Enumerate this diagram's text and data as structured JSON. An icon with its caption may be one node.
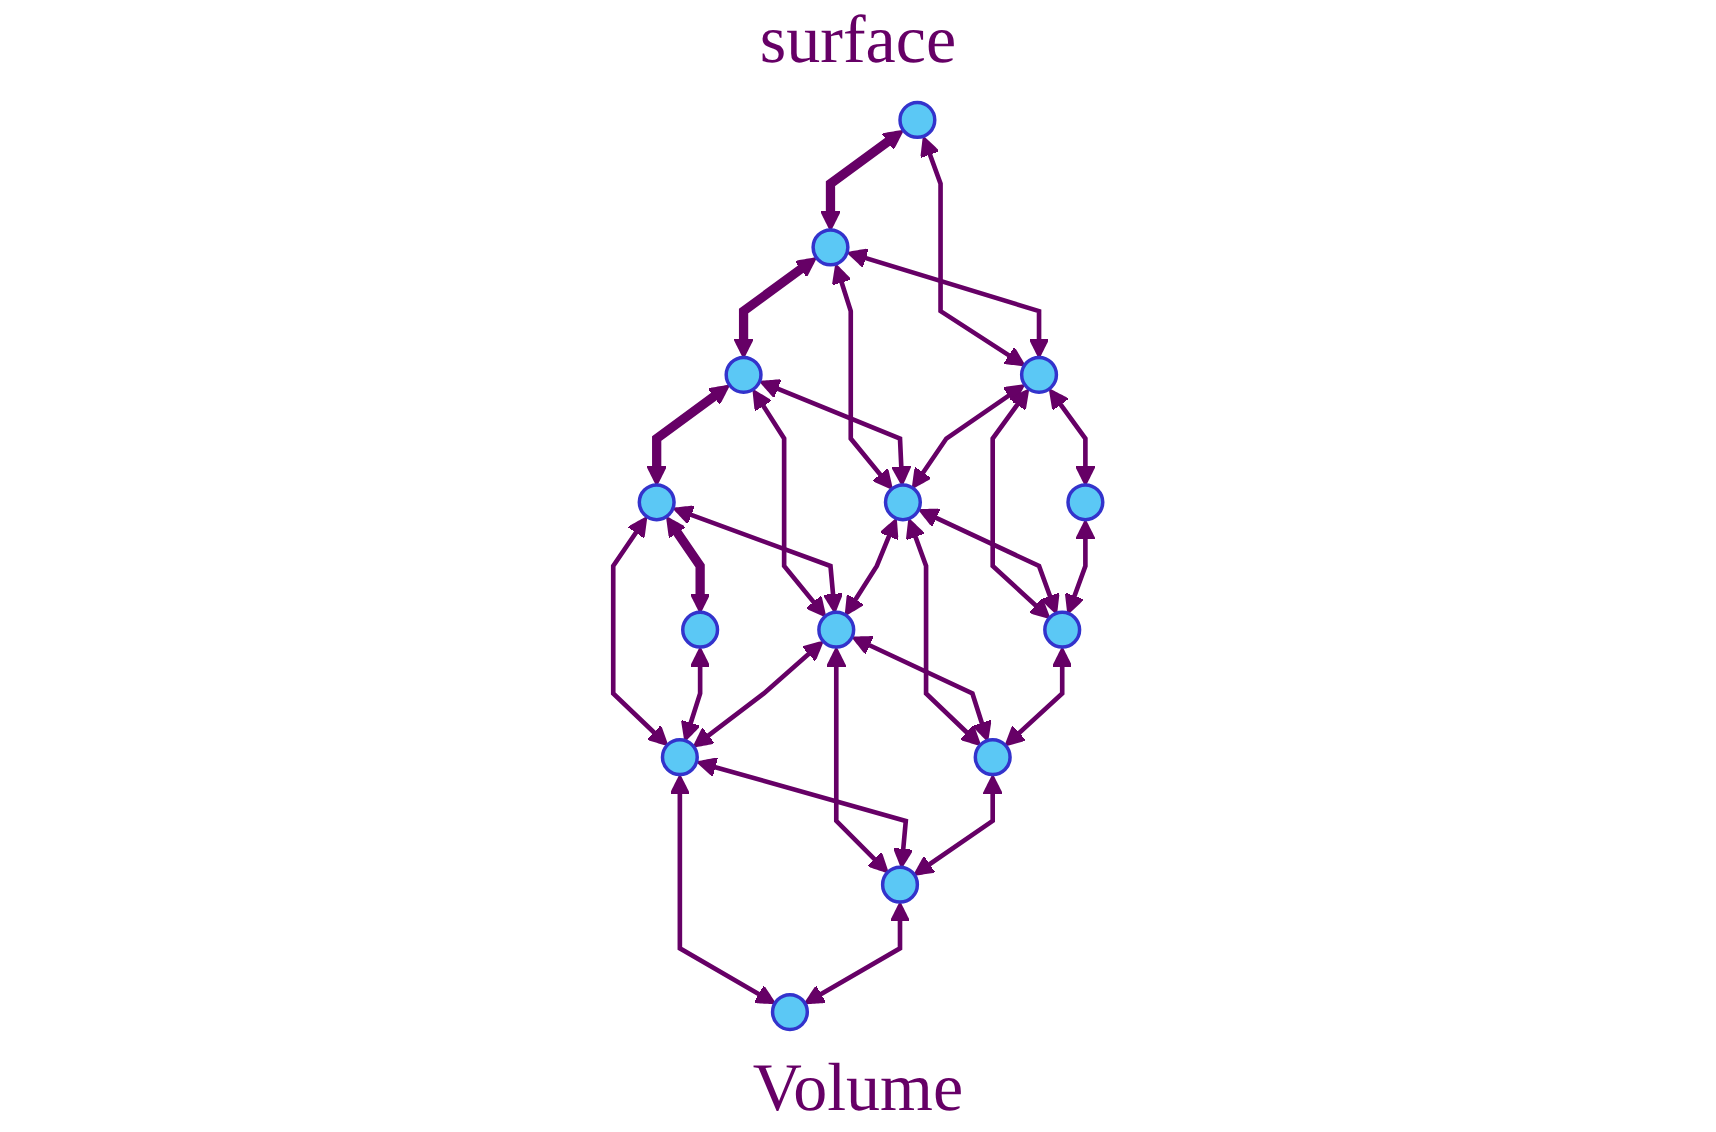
{
  "diagram": {
    "nodes": [
      {
        "text": [],
        "shape": "circle"
      },
      {
        "text": [],
        "shape": "circle"
      },
      {
        "text": [],
        "shape": "circle"
      },
      {
        "text": [],
        "shape": "circle"
      },
      {
        "text": [],
        "shape": "circle"
      },
      {
        "text": [],
        "shape": "circle"
      },
      {
        "text": [],
        "shape": "circle"
      },
      {
        "text": [],
        "shape": "circle"
      },
      {
        "text": [],
        "shape": "circle"
      },
      {
        "text": [],
        "shape": "circle"
      },
      {
        "text": [],
        "shape": "circle"
      },
      {
        "text": [],
        "shape": "circle"
      },
      {
        "text": [],
        "shape": "circle"
      },
      {
        "text": [],
        "shape": "circle"
      }
    ],
    "edges": [
      {
        "from": 0,
        "to": 1,
        "arrow": "both",
        "style": "thick"
      },
      {
        "from": 1,
        "to": 2,
        "arrow": "both",
        "style": "thick"
      },
      {
        "from": 2,
        "to": 3,
        "arrow": "both",
        "style": "thick"
      },
      {
        "from": 3,
        "to": 4,
        "arrow": "both",
        "style": "thick"
      },
      {
        "from": 0,
        "to": 5,
        "arrow": "both"
      },
      {
        "from": 1,
        "to": 5,
        "arrow": "both"
      },
      {
        "from": 1,
        "to": 6,
        "arrow": "both"
      },
      {
        "from": 2,
        "to": 6,
        "arrow": "both"
      },
      {
        "from": 2,
        "to": 7,
        "arrow": "both"
      },
      {
        "from": 3,
        "to": 7,
        "arrow": "both"
      },
      {
        "from": 3,
        "to": 8,
        "arrow": "both"
      },
      {
        "from": 4,
        "to": 8,
        "arrow": "both"
      },
      {
        "from": 5,
        "to": 6,
        "arrow": "both"
      },
      {
        "from": 6,
        "to": 7,
        "arrow": "both"
      },
      {
        "from": 7,
        "to": 8,
        "arrow": "both"
      },
      {
        "from": 5,
        "to": 9,
        "arrow": "both"
      },
      {
        "from": 5,
        "to": 10,
        "arrow": "both"
      },
      {
        "from": 6,
        "to": 10,
        "arrow": "both"
      },
      {
        "from": 6,
        "to": 11,
        "arrow": "both"
      },
      {
        "from": 7,
        "to": 11,
        "arrow": "both"
      },
      {
        "from": 7,
        "to": 12,
        "arrow": "both"
      },
      {
        "from": 8,
        "to": 12,
        "arrow": "both"
      },
      {
        "from": 8,
        "to": 13,
        "arrow": "both"
      },
      {
        "from": 9,
        "to": 10,
        "arrow": "both"
      },
      {
        "from": 10,
        "to": 11,
        "arrow": "both"
      },
      {
        "from": 11,
        "to": 12,
        "arrow": "both"
      },
      {
        "from": 12,
        "to": 13,
        "arrow": "both"
      }
    ],
    "labels": [
      "surface",
      "Volume"
    ]
  }
}
